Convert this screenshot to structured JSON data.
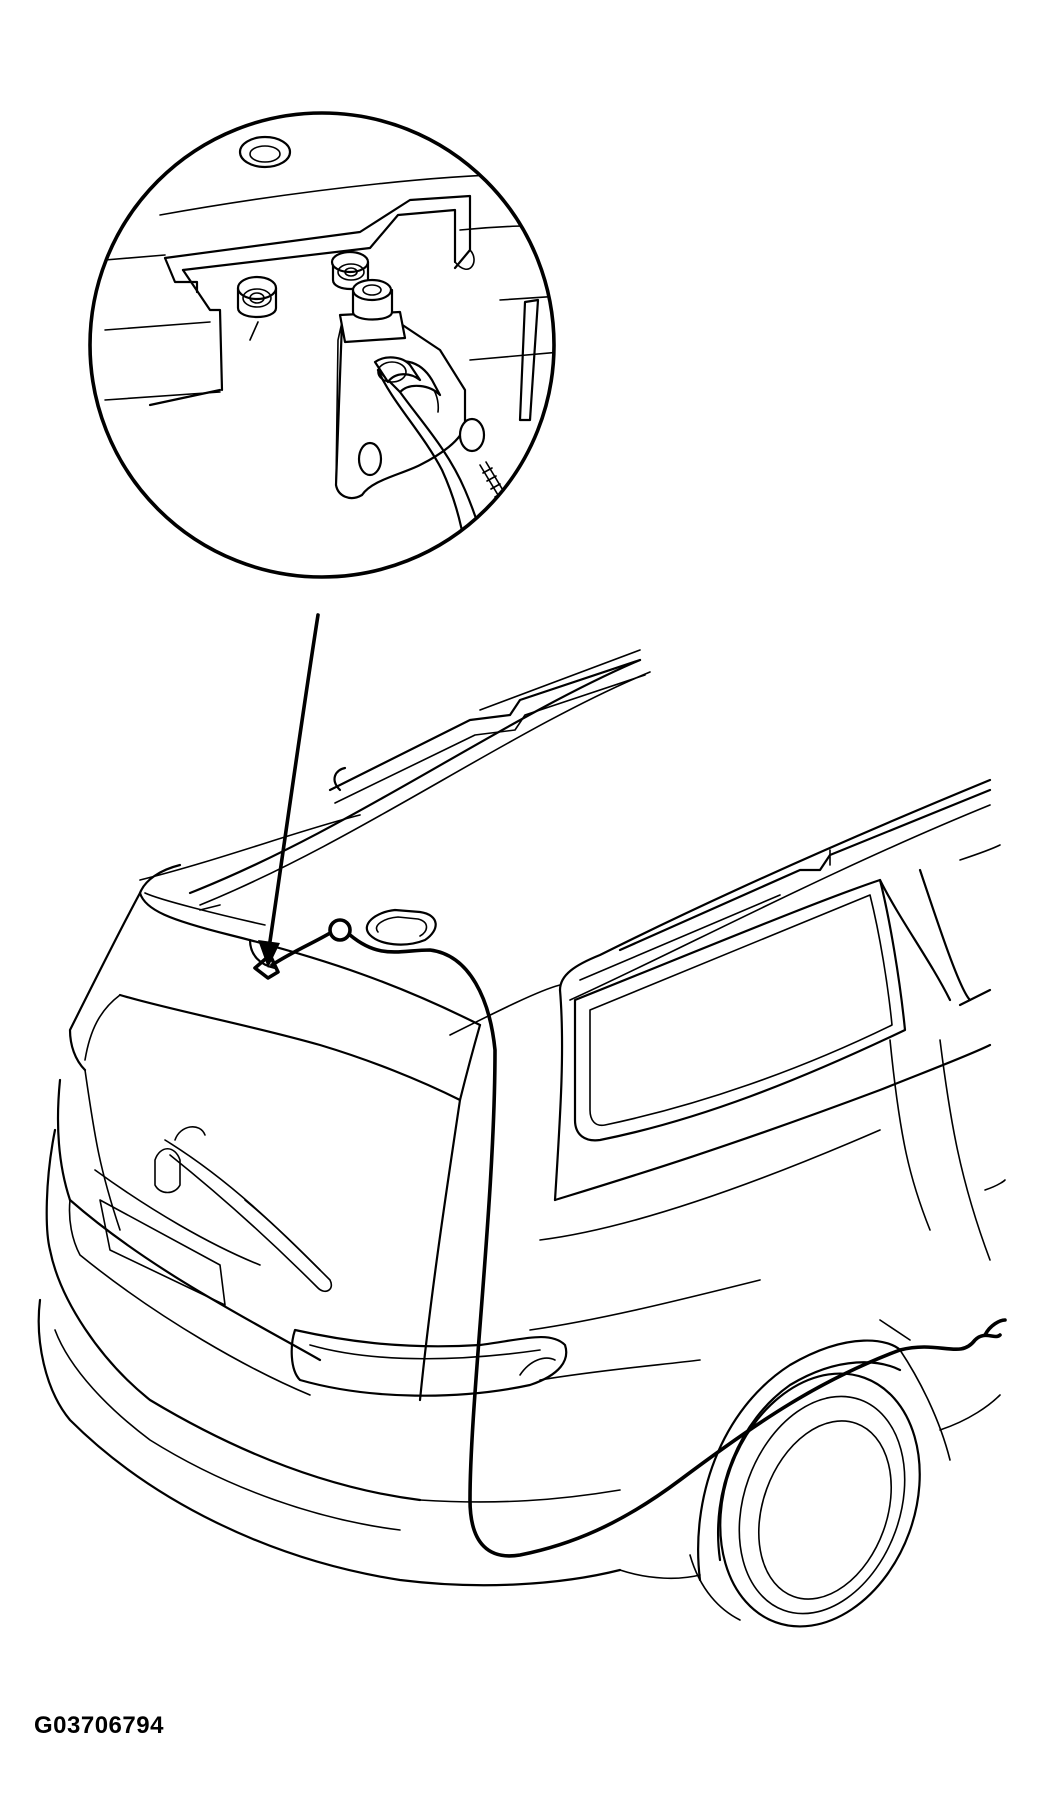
{
  "figure": {
    "code": "G03706794"
  },
  "icons": {
    "detail_view": "magnified-detail-circle",
    "vehicle": "minivan-rear-three-quarter-view",
    "pointer": "leader-arrow",
    "cable": "antenna-lead-cable",
    "fastener": "screw"
  },
  "colors": {
    "line": "#000000",
    "background": "#ffffff"
  }
}
